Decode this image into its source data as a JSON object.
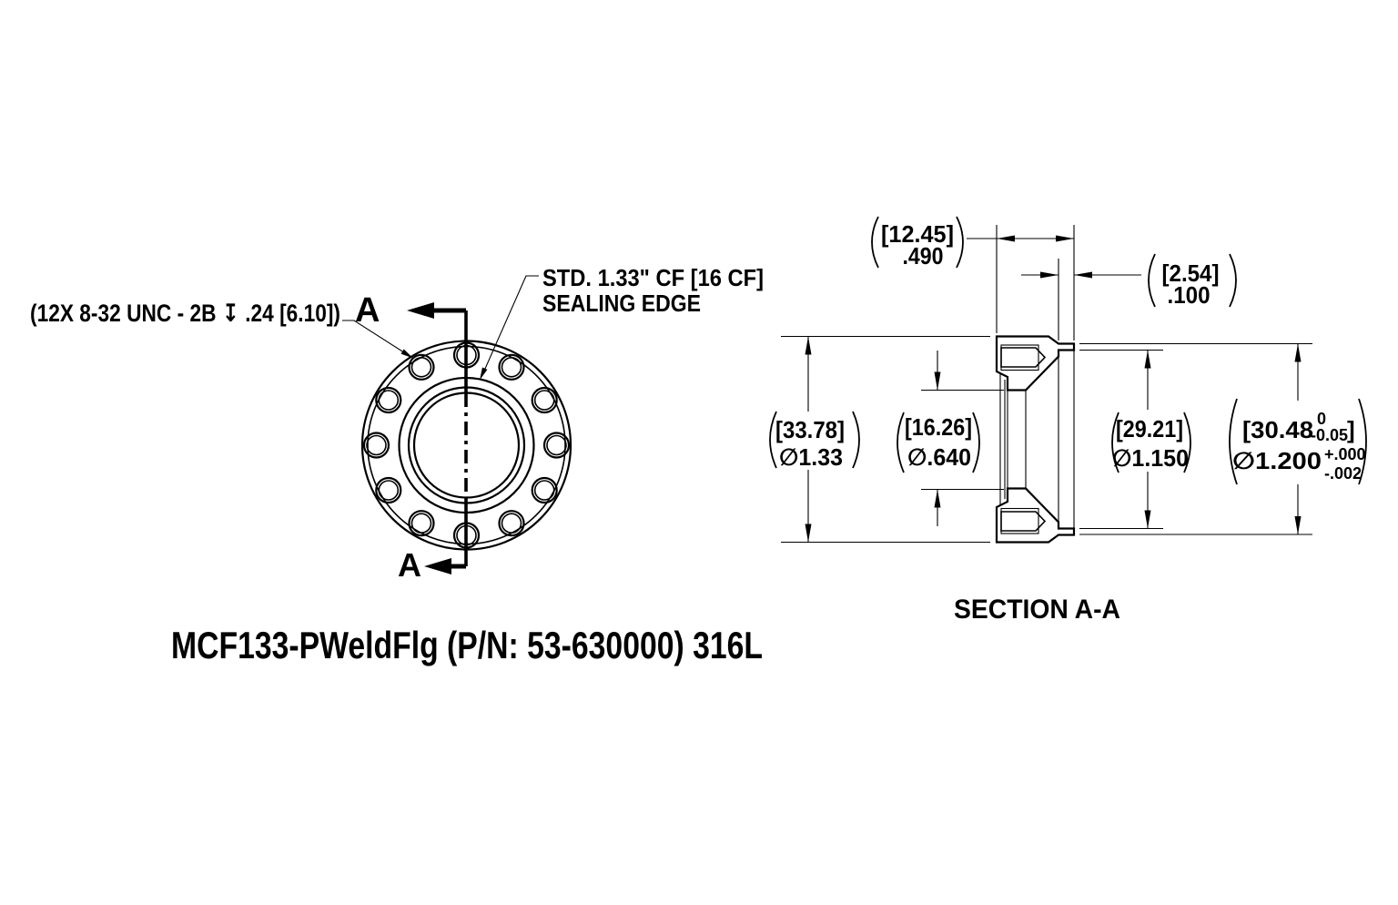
{
  "colors": {
    "line": "#000000",
    "background": "#ffffff"
  },
  "title": "MCF133-PWeldFlg (P/N: 53-630000) 316L",
  "front_view": {
    "bolt_note": "(12X 8-32 UNC - 2B ↧ .24 [6.10])",
    "sealing_note_line1": "STD. 1.33\" CF [16 CF]",
    "sealing_note_line2": "SEALING EDGE",
    "section_arrow_label_top": "A",
    "section_arrow_label_bottom": "A",
    "bolt_hole_count": 12
  },
  "section_view": {
    "label": "SECTION A-A",
    "dims": {
      "overall_width": {
        "mm": "[12.45]",
        "inch": ".490"
      },
      "step_depth": {
        "mm": "[2.54]",
        "inch": ".100"
      },
      "outer_dia": {
        "mm": "[33.78]",
        "inch": "∅1.33"
      },
      "bore_dia": {
        "mm": "[16.26]",
        "inch": "∅.640"
      },
      "recess_dia": {
        "mm": "[29.21]",
        "inch": "∅1.150"
      },
      "press_dia": {
        "mm_open": "[30.48",
        "mm_tol_high": "0",
        "mm_tol_low": "-0.05",
        "mm_close": "]",
        "inch": "∅1.200",
        "inch_tol_high": "+.000",
        "inch_tol_low": "-.002"
      }
    }
  }
}
